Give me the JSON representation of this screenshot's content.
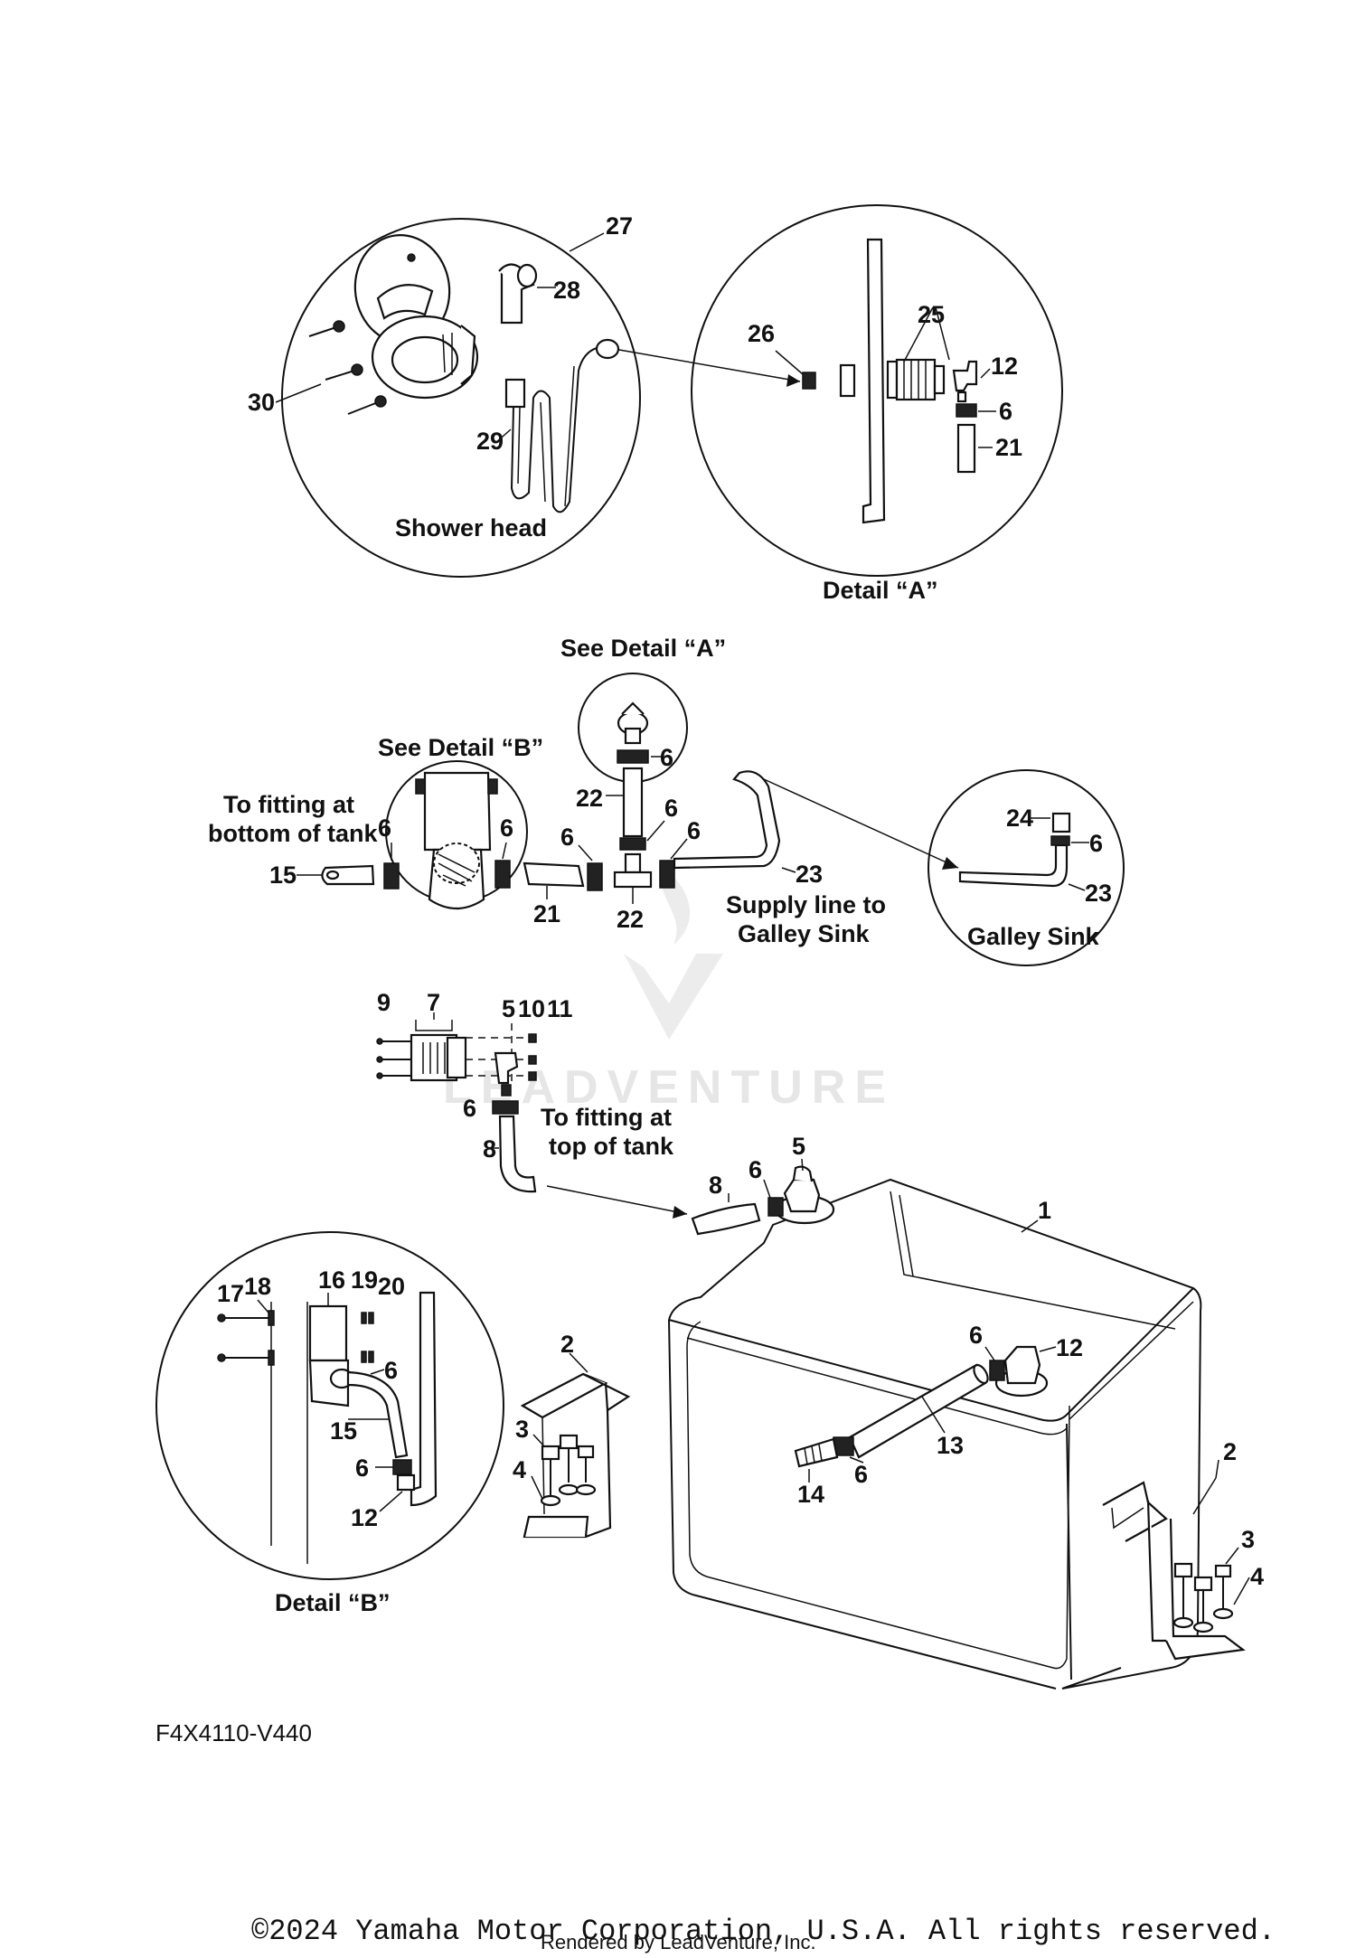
{
  "captions": {
    "shower_head": "Shower head",
    "detail_a": "Detail “A”",
    "see_detail_a": "See Detail “A”",
    "see_detail_b": "See Detail “B”",
    "to_fitting_bottom_1": "To fitting at",
    "to_fitting_bottom_2": "bottom of tank",
    "supply_line_1": "Supply line to",
    "supply_line_2": "Galley Sink",
    "galley_sink": "Galley Sink",
    "to_fitting_top_1": "To fitting at",
    "to_fitting_top_2": "top of tank",
    "detail_b": "Detail “B”"
  },
  "part_labels": {
    "p1": "1",
    "p2a": "2",
    "p2b": "2",
    "p3a": "3",
    "p3b": "3",
    "p4a": "4",
    "p4b": "4",
    "p5a": "5",
    "p5b": "5",
    "p6_a": "6",
    "p6_b": "6",
    "p6_c": "6",
    "p6_d": "6",
    "p6_e": "6",
    "p6_f": "6",
    "p6_g": "6",
    "p6_h": "6",
    "p6_i": "6",
    "p6_j": "6",
    "p6_k": "6",
    "p6_l": "6",
    "p6_m": "6",
    "p6_n": "6",
    "p7": "7",
    "p8a": "8",
    "p8b": "8",
    "p9": "9",
    "p10": "10",
    "p11": "11",
    "p12a": "12",
    "p12b": "12",
    "p12c": "12",
    "p13": "13",
    "p14": "14",
    "p15a": "15",
    "p15b": "15",
    "p16": "16",
    "p17": "17",
    "p18": "18",
    "p19": "19",
    "p20": "20",
    "p21a": "21",
    "p21b": "21",
    "p22a": "22",
    "p22b": "22",
    "p23a": "23",
    "p23b": "23",
    "p24": "24",
    "p25": "25",
    "p26": "26",
    "p27": "27",
    "p28": "28",
    "p29": "29",
    "p30": "30"
  },
  "watermark": "LEADVENTURE",
  "diagram_code": "F4X4110-V440",
  "copyright": "©2024 Yamaha Motor Corporation, U.S.A. All rights reserved.",
  "rendered_by": "Rendered by LeadVenture, Inc."
}
